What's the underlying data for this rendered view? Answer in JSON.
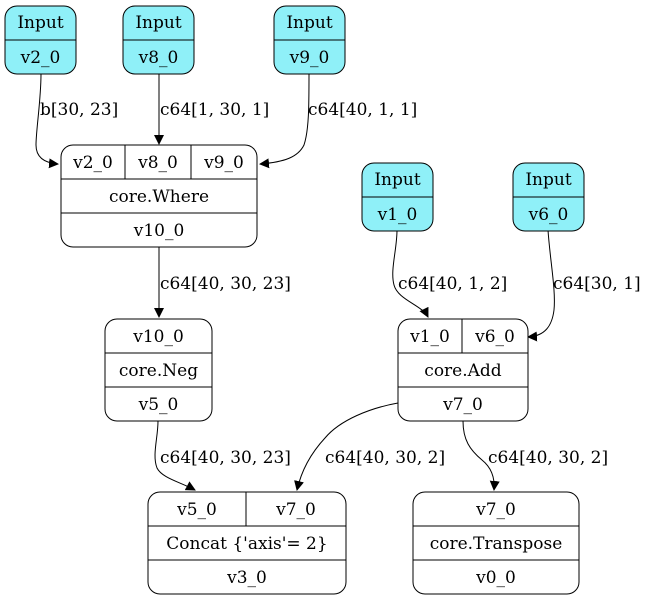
{
  "nodes": {
    "in_v2": {
      "title": "Input",
      "name": "v2_0"
    },
    "in_v8": {
      "title": "Input",
      "name": "v8_0"
    },
    "in_v9": {
      "title": "Input",
      "name": "v9_0"
    },
    "in_v1": {
      "title": "Input",
      "name": "v1_0"
    },
    "in_v6": {
      "title": "Input",
      "name": "v6_0"
    },
    "where": {
      "inputs": [
        "v2_0",
        "v8_0",
        "v9_0"
      ],
      "op": "core.Where",
      "output": "v10_0"
    },
    "neg": {
      "inputs": [
        "v10_0"
      ],
      "op": "core.Neg",
      "output": "v5_0"
    },
    "add": {
      "inputs": [
        "v1_0",
        "v6_0"
      ],
      "op": "core.Add",
      "output": "v7_0"
    },
    "concat": {
      "inputs": [
        "v5_0",
        "v7_0"
      ],
      "op": "Concat {'axis'= 2}",
      "output": "v3_0"
    },
    "transpose": {
      "inputs": [
        "v7_0"
      ],
      "op": "core.Transpose",
      "output": "v0_0"
    }
  },
  "edges": {
    "v2_where": "b[30, 23]",
    "v8_where": "c64[1, 30, 1]",
    "v9_where": "c64[40, 1, 1]",
    "where_neg": "c64[40, 30, 23]",
    "v1_add": "c64[40, 1, 2]",
    "v6_add": "c64[30, 1]",
    "neg_concat": "c64[40, 30, 23]",
    "add_concat": "c64[40, 30, 2]",
    "add_transpose": "c64[40, 30, 2]"
  },
  "colors": {
    "input_fill": "#8ff0f8",
    "op_fill": "#ffffff",
    "stroke": "#000000"
  }
}
